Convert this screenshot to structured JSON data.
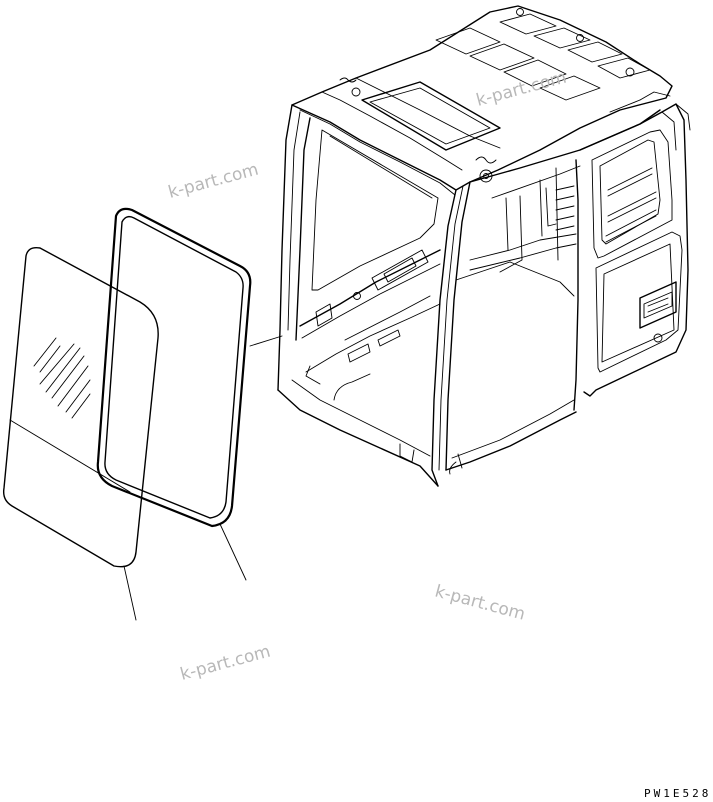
{
  "watermarks": [
    "k-part.com",
    "k-part.com",
    "k-part.com",
    "k-part.com"
  ],
  "drawing_code": "PW1E528",
  "parts": {
    "glass": "window-glass-icon",
    "seal": "window-seal-icon",
    "cab": "operator-cab-icon"
  }
}
